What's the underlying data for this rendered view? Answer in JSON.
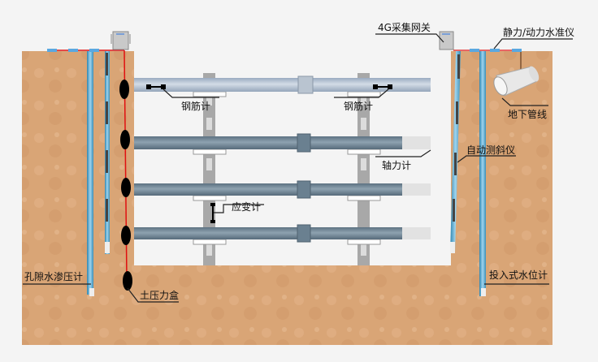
{
  "labels": {
    "gateway": "4G采集网关",
    "level_gauge": "静力/动力水准仪",
    "rebar_gauge_left": "钢筋计",
    "rebar_gauge_right": "钢筋计",
    "pipeline": "地下管线",
    "axial_force": "轴力计",
    "inclinometer": "自动测斜仪",
    "strain_gauge": "应变计",
    "pore_pressure": "孔隙水渗压计",
    "earth_pressure": "土压力盒",
    "water_level": "投入式水位计"
  },
  "colors": {
    "soil": "#d9a576",
    "strut_top": "#a9b8cb",
    "strut": "#6a8090",
    "column": "#a8a8a8",
    "wire": "#e01010",
    "sensor_blue": "#5aa8e0"
  }
}
